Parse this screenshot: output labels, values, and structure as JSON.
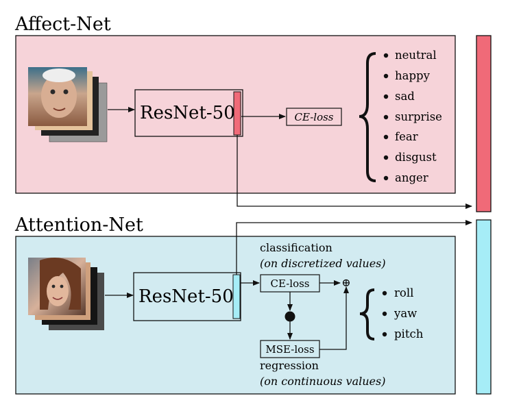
{
  "affect": {
    "title": "Affect-Net",
    "backbone": "ResNet-50",
    "loss": "CE-loss",
    "classes": [
      "neutral",
      "happy",
      "sad",
      "surprise",
      "fear",
      "disgust",
      "anger"
    ]
  },
  "attention": {
    "title": "Attention-Net",
    "backbone": "ResNet-50",
    "cls_title": "classification",
    "cls_sub": "(on discretized values)",
    "ce_loss": "CE-loss",
    "mse_loss": "MSE-loss",
    "reg_title": "regression",
    "reg_sub": "(on continuous values)",
    "outputs": [
      "roll",
      "yaw",
      "pitch"
    ]
  },
  "symbols": {
    "sum": "⊕"
  },
  "colors": {
    "affect_panel": "#f6d3d9",
    "attention_panel": "#d2ebf1",
    "affect_feature": "#f06a78",
    "attention_feature": "#a6edf7"
  }
}
